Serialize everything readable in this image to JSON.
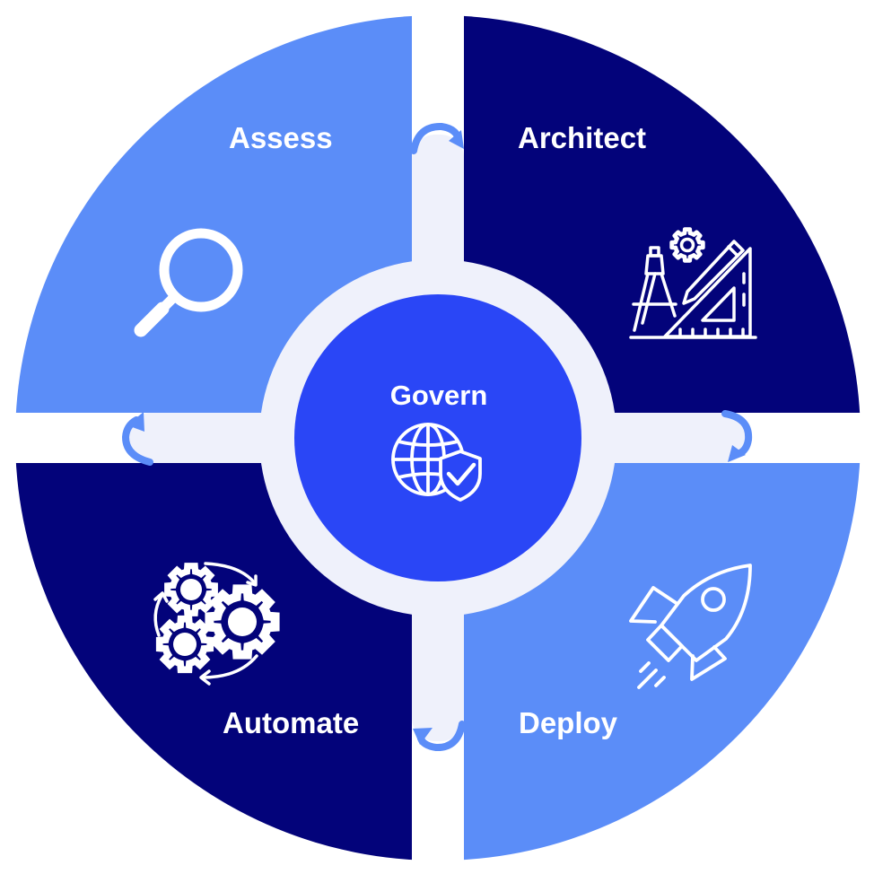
{
  "diagram": {
    "type": "cycle-wheel",
    "flow_direction": "clockwise",
    "center": {
      "label": "Govern",
      "icon": "globe-shield-check-icon"
    },
    "stages": [
      {
        "label": "Assess",
        "icon": "magnifying-glass-icon",
        "position": "top-left"
      },
      {
        "label": "Architect",
        "icon": "drafting-tools-icon",
        "position": "top-right"
      },
      {
        "label": "Deploy",
        "icon": "rocket-icon",
        "position": "bottom-right"
      },
      {
        "label": "Automate",
        "icon": "gears-cycle-icon",
        "position": "bottom-left"
      }
    ],
    "arrows": [
      {
        "from": "Assess",
        "to": "Architect"
      },
      {
        "from": "Architect",
        "to": "Deploy"
      },
      {
        "from": "Deploy",
        "to": "Automate"
      },
      {
        "from": "Automate",
        "to": "Assess"
      }
    ]
  },
  "colors": {
    "light_quadrant": "#5b8df8",
    "dark_quadrant": "#03037a",
    "center_circle": "#2a46f6",
    "ring": "#eff1fb",
    "arrow": "#5b8df8",
    "text": "#ffffff"
  }
}
